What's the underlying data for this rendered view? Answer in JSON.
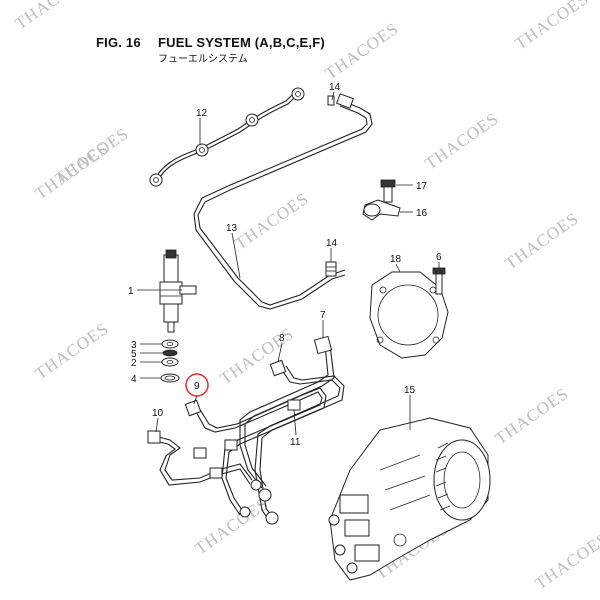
{
  "header": {
    "fig_label": "FIG. 16",
    "title": "FUEL SYSTEM (A,B,C,E,F)",
    "subtitle": "フューエルシステム"
  },
  "watermark": "THACOES",
  "callouts": {
    "c1": "1",
    "c2": "2",
    "c3": "3",
    "c4": "4",
    "c5": "5",
    "c6": "6",
    "c7": "7",
    "c8": "8",
    "c9": "9",
    "c10": "10",
    "c11": "11",
    "c12": "12",
    "c13": "13",
    "c14a": "14",
    "c14b": "14",
    "c15": "15",
    "c16": "16",
    "c17": "17",
    "c18": "18"
  },
  "highlight_color": "#e03030"
}
